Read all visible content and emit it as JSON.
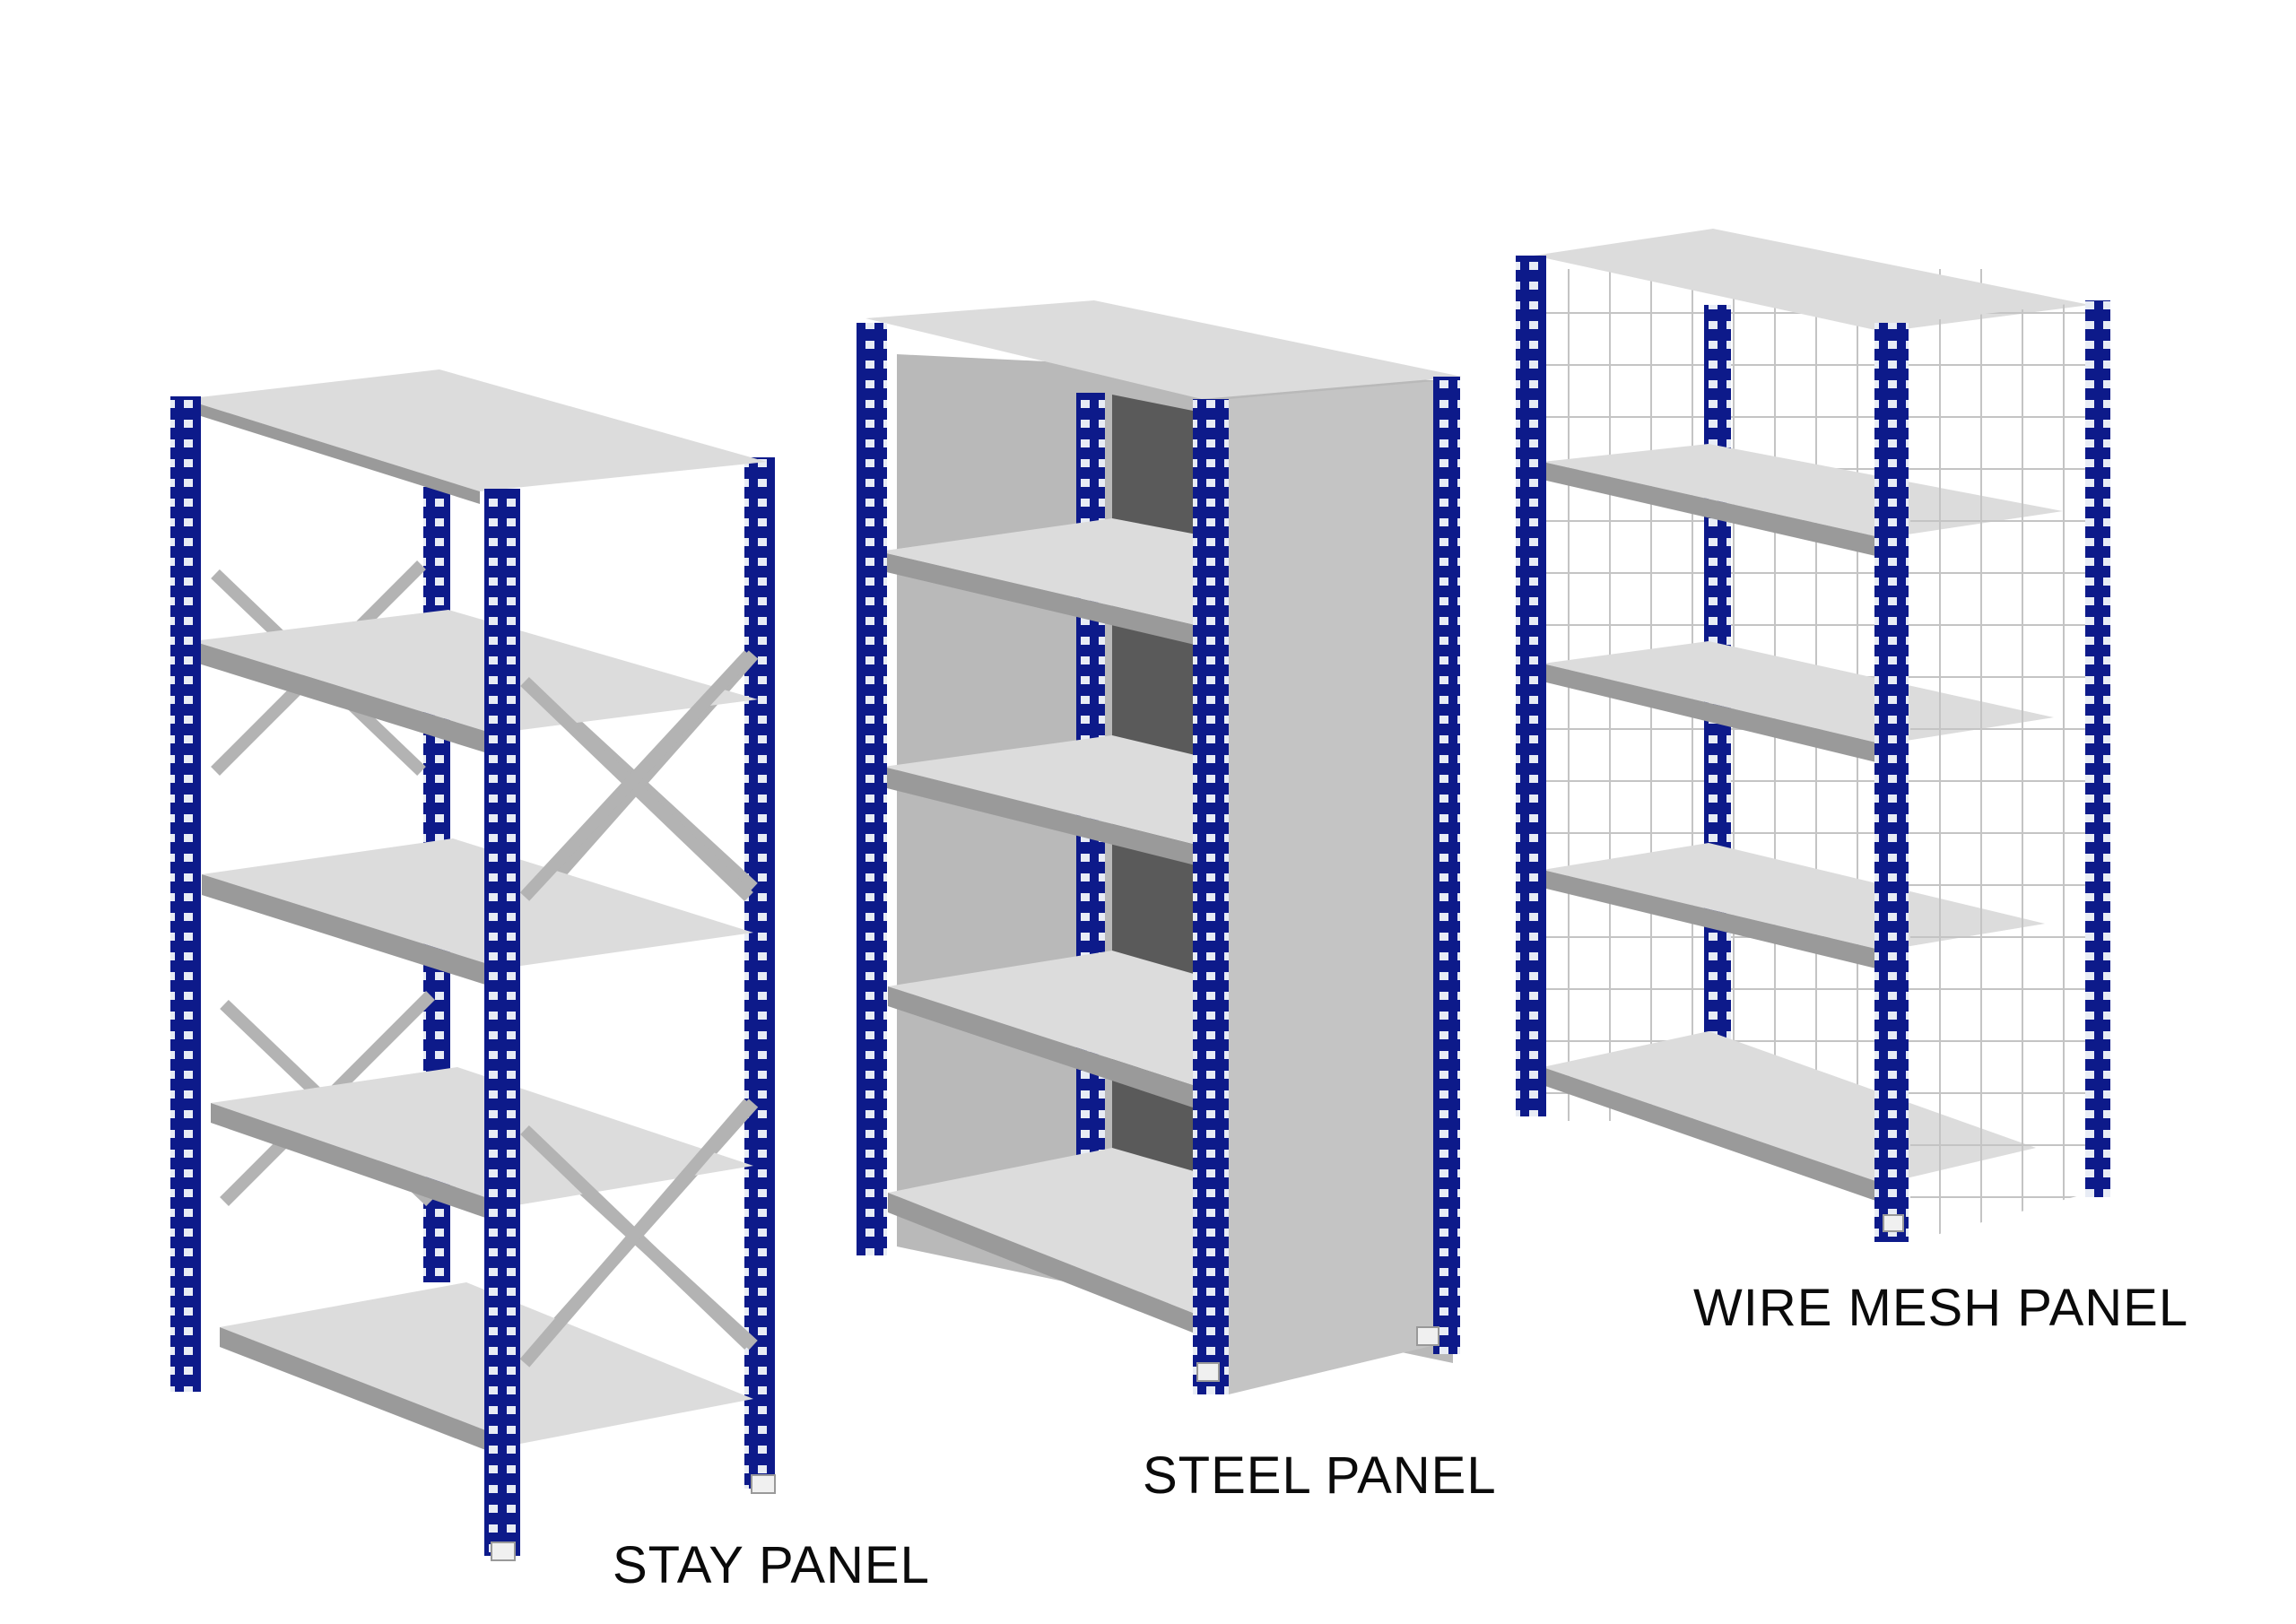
{
  "captions": {
    "stay": "STAY PANEL",
    "steel": "STEEL PANEL",
    "wire": "WIRE MESH PANEL"
  },
  "colors": {
    "upright_blue": "#0d1a8a",
    "upright_blue_light": "#2a3ab8",
    "slot_white": "#e8ecf5",
    "shelf_top": "#dcdcdc",
    "shelf_front": "#9a9a9a",
    "panel_light": "#b9b9b9",
    "panel_dark": "#5a5a5a",
    "brace": "#b8b8b8",
    "mesh": "#c4c4c4"
  },
  "icons": {
    "rack_1": "stay-panel-rack-icon",
    "rack_2": "steel-panel-rack-icon",
    "rack_3": "wire-mesh-panel-rack-icon"
  }
}
